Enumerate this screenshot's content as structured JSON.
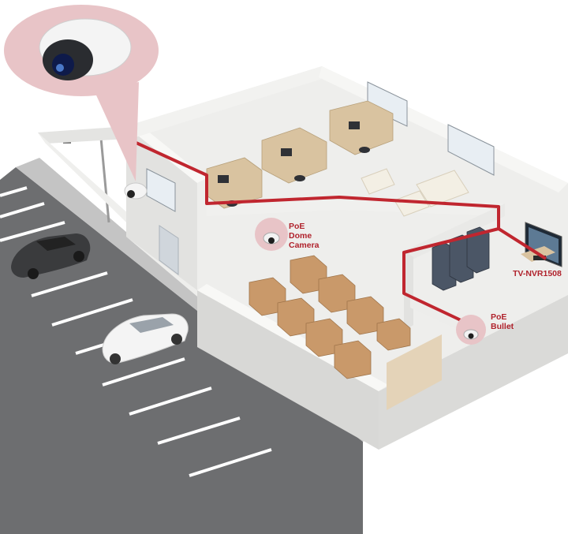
{
  "callouts": {
    "dome": {
      "lines": [
        "PoE",
        "Dome",
        "Camera"
      ]
    },
    "bullet": {
      "lines": [
        "PoE",
        "Bullet"
      ]
    },
    "nvr": {
      "text": "TV-NVR1508"
    }
  },
  "colors": {
    "cable": "#c0262f",
    "label_text": "#b0222c",
    "callout_bubble": "#e8c4c7",
    "floor": "#eeeeec",
    "wall_top": "#f8f8f6",
    "wall_side": "#d8d8d6",
    "pavement": "#6d6e70",
    "sidewalk": "#c4c4c4",
    "boxes": "#c9996a",
    "server_rack": "#4b5666",
    "desk": "#d9c3a0"
  },
  "icons": [
    "dome-camera-icon",
    "bullet-camera-icon",
    "nvr-monitor-icon",
    "server-rack-icon",
    "car-icon",
    "streetlight-icon"
  ]
}
